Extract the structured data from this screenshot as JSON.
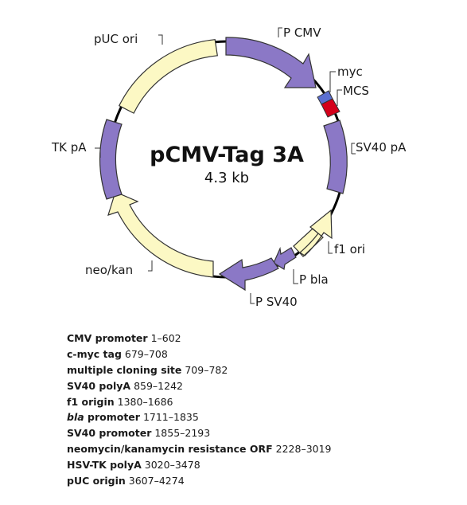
{
  "plasmid": {
    "name": "pCMV-Tag 3A",
    "size": "4.3 kb"
  },
  "map_labels": {
    "p_cmv": "P CMV",
    "myc": "myc",
    "mcs": "MCS",
    "sv40_pa": "SV40 pA",
    "f1_ori": "f1 ori",
    "p_bla": "P bla",
    "p_sv40": "P SV40",
    "neo_kan": "neo/kan",
    "tk_pa": "TK pA",
    "puc_ori": "pUC ori"
  },
  "colors": {
    "backbone": "#000000",
    "purple_feature": "#8b78c6",
    "yellow_feature": "#fcf8c4",
    "mcs_red": "#d4001a",
    "myc_blue": "#5b6fd0"
  },
  "features": [
    {
      "name": "CMV promoter",
      "name_italic": "",
      "range": "1–602"
    },
    {
      "name": "c-myc tag",
      "name_italic": "",
      "range": "679–708"
    },
    {
      "name": "multiple cloning site",
      "name_italic": "",
      "range": "709–782"
    },
    {
      "name": "SV40 polyA",
      "name_italic": "",
      "range": "859–1242"
    },
    {
      "name": "f1 origin",
      "name_italic": "",
      "range": "1380–1686"
    },
    {
      "name": " promoter",
      "name_italic": "bla",
      "range": "1711–1835"
    },
    {
      "name": "SV40 promoter",
      "name_italic": "",
      "range": "1855–2193"
    },
    {
      "name": "neomycin/kanamycin resistance ORF",
      "name_italic": "",
      "range": "2228–3019"
    },
    {
      "name": "HSV-TK polyA",
      "name_italic": "",
      "range": "3020–3478"
    },
    {
      "name": "pUC origin",
      "name_italic": "",
      "range": "3607–4274"
    }
  ]
}
